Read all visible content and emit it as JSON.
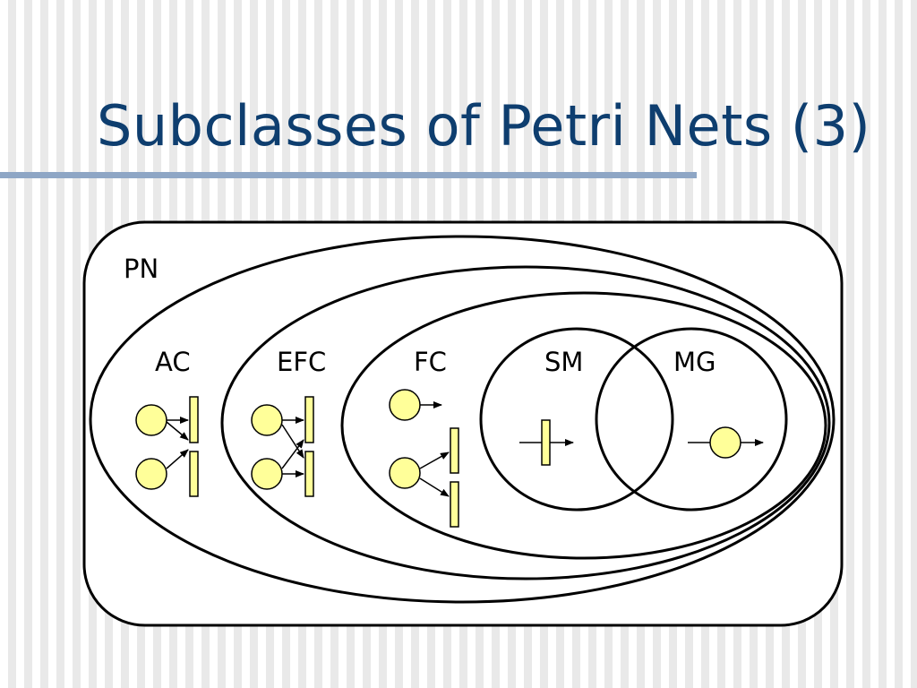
{
  "slide": {
    "title": "Subclasses of Petri Nets (3)"
  },
  "diagram": {
    "sets": [
      {
        "id": "pn",
        "label": "PN"
      },
      {
        "id": "ac",
        "label": "AC"
      },
      {
        "id": "efc",
        "label": "EFC"
      },
      {
        "id": "fc",
        "label": "FC"
      },
      {
        "id": "sm",
        "label": "SM"
      },
      {
        "id": "mg",
        "label": "MG"
      }
    ],
    "colors": {
      "node_fill": "#ffff99",
      "line": "#000000",
      "title": "#0e3e6f",
      "rule": "#8ea6c5"
    }
  }
}
